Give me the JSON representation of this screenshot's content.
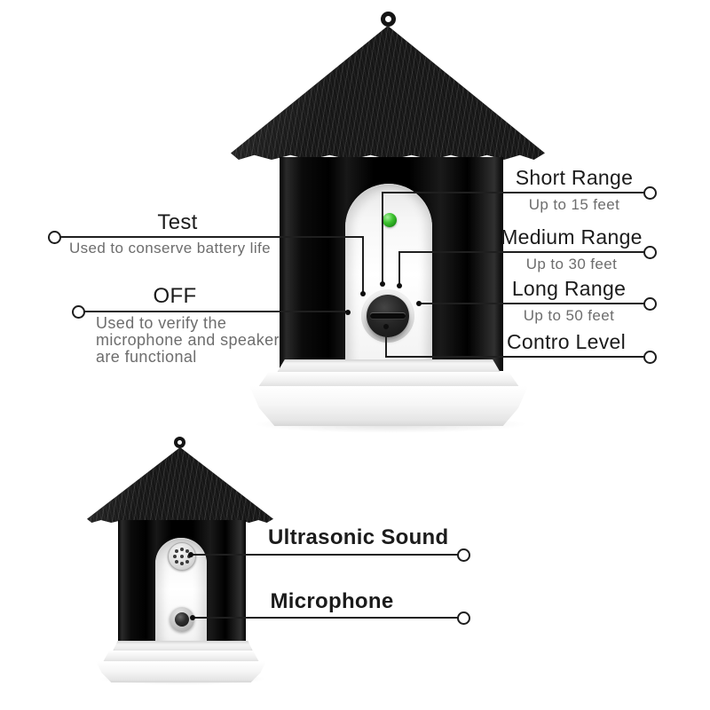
{
  "diagram": {
    "device_name": "ultrasonic-bark-control-birdhouse",
    "colors": {
      "background": "#ffffff",
      "line": "#1f1f1f",
      "title_text": "#1b1b1b",
      "desc_text": "#6d6d6d",
      "led_green": "#35b52c",
      "roof_black": "#161616",
      "base_white": "#f6f6f6"
    },
    "left": [
      {
        "title": "Test",
        "desc": "Used to conserve battery life"
      },
      {
        "title": "OFF",
        "desc": "Used to verify the microphone and speaker are functional"
      }
    ],
    "right": [
      {
        "title": "Short Range",
        "desc": "Up to 15 feet"
      },
      {
        "title": "Medium Range",
        "desc": "Up to 30 feet"
      },
      {
        "title": "Long Range",
        "desc": "Up to 50 feet"
      },
      {
        "title": "Contro Level",
        "desc": ""
      }
    ],
    "bottom": [
      {
        "title": "Ultrasonic Sound"
      },
      {
        "title": "Microphone"
      }
    ]
  }
}
